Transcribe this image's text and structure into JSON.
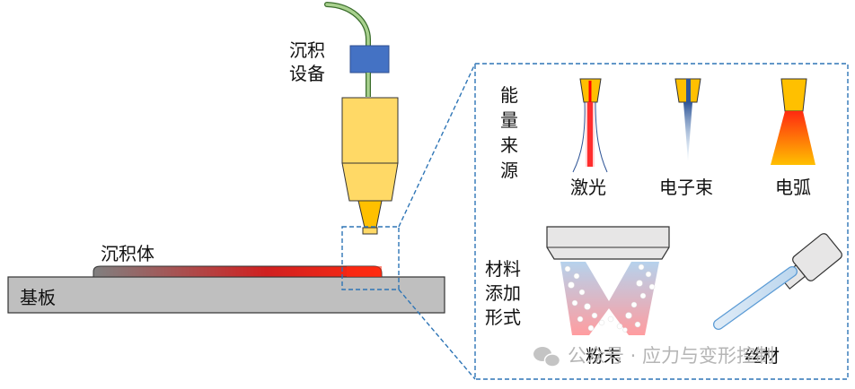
{
  "labels": {
    "deposition_device": [
      "沉积",
      "设备"
    ],
    "deposit": "沉积体",
    "substrate": "基板",
    "energy_source": [
      "能",
      "量",
      "来",
      "源"
    ],
    "laser": "激光",
    "electron_beam": "电子束",
    "arc": "电弧",
    "material_feed": [
      "材料",
      "添加",
      "形式"
    ],
    "powder": "粉末",
    "wire": "丝材"
  },
  "watermark": "公众号 · 应力与变形控制",
  "colors": {
    "nozzle_yellow": "#FFD966",
    "nozzle_orange": "#FFC000",
    "device_box": "#4472C4",
    "cable": "#A9D18E",
    "substrate": "#BFBFBF",
    "deposit": "#808080",
    "melt_pool": "#E02020",
    "callout_dash": "#2E75B6",
    "laser_beam": "#FF0000",
    "e_beam": "#2F5597"
  },
  "icons": [
    "wechat-icon"
  ]
}
